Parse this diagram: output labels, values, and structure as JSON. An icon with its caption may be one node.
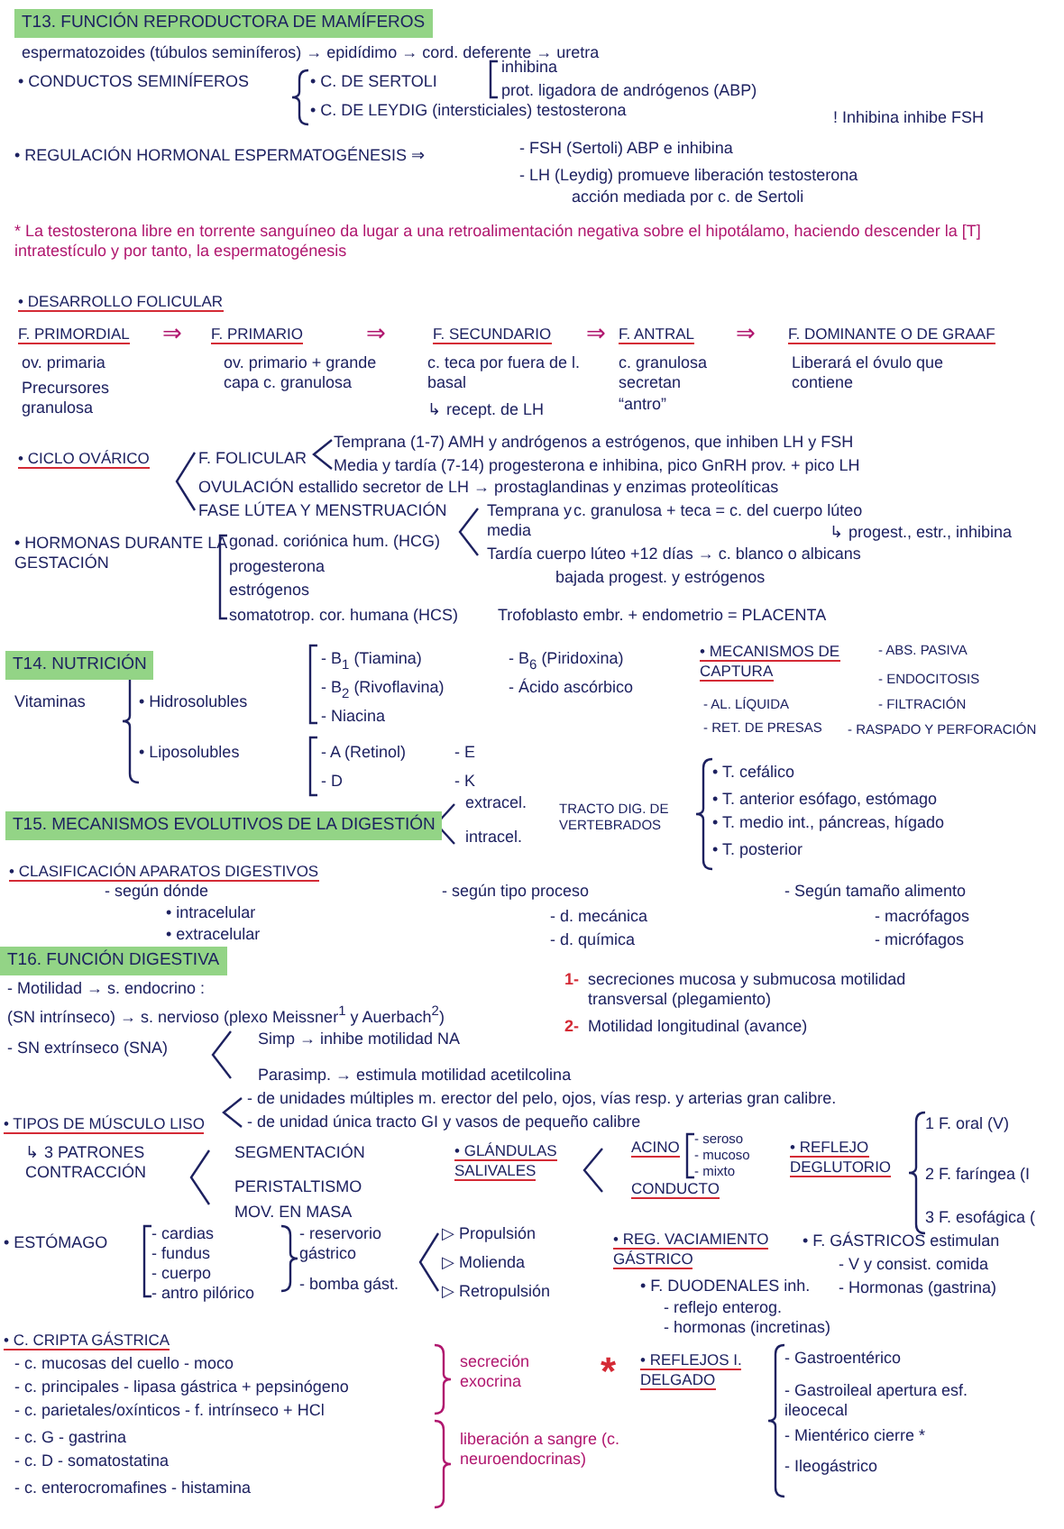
{
  "diagram": {
    "nodes": [
      {
        "text": [
          "T13. FUNCIÓN REPRODUCTORA DE MAMÍFEROS"
        ]
      },
      {
        "text": [
          "T14. NUTRICIÓN"
        ]
      },
      {
        "text": [
          "T15. MECANISMOS EVOLUTIVOS DE LA DIGESTIÓN"
        ]
      },
      {
        "text": [
          "T16. FUNCIÓN DIGESTIVA"
        ]
      }
    ],
    "labels": [
      "espermatozoides (túbulos seminíferos) → epidídimo → cord. deferente → uretra",
      "• CONDUCTOS SEMINÍFEROS",
      "• C. DE SERTOLI",
      "inhibina",
      "prot. ligadora de andrógenos (ABP)",
      "• C. DE LEYDIG (intersticiales) testosterona",
      "! Inhibina inhibe FSH",
      "• REGULACIÓN HORMONAL ESPERMATOGÉNESIS ⇒",
      "- FSH (Sertoli) ABP e inhibina",
      "- LH (Leydig) promueve liberación testosterona",
      "acción mediada por c. de Sertoli",
      "* La testosterona libre en torrente sanguíneo da lugar a una retroalimentación negativa sobre el hipotálamo, haciendo descender la [T] intratestículo y por tanto, la espermatogénesis",
      "• DESARROLLO FOLICULAR",
      "F. PRIMORDIAL",
      "⇒",
      "F. PRIMARIO",
      "⇒",
      "F. SECUNDARIO",
      "⇒",
      "F. ANTRAL",
      "⇒",
      "F. DOMINANTE O DE GRAAF",
      "ov. primaria",
      "Precursores granulosa",
      "ov. primario + grande capa c. granulosa",
      "c. teca por fuera de l. basal",
      "↳ recept. de LH",
      "c. granulosa secretan “antro”",
      "Liberará el óvulo que contiene",
      "• CICLO OVÁRICO",
      "F. FOLICULAR",
      "Temprana (1-7) AMH y andrógenos a estrógenos, que inhiben LH y FSH",
      "Media y tardía (7-14) progesterona e inhibina, pico GnRH prov. + pico LH",
      "OVULACIÓN estallido secretor de LH → prostaglandinas y enzimas proteolíticas",
      "FASE LÚTEA Y MENSTRUACIÓN",
      "Temprana y media",
      "c. granulosa + teca = c. del cuerpo lúteo",
      "↳ progest., estr., inhibina",
      "Tardía cuerpo lúteo +12 días → c. blanco o albicans",
      "bajada progest. y estrógenos",
      "• HORMONAS DURANTE LA GESTACIÓN",
      "gonad. coriónica hum. (HCG)",
      "progesterona",
      "estrógenos",
      "somatotrop. cor. humana (HCS)",
      "Trofoblasto embr. + endometrio = PLACENTA",
      "Vitaminas",
      "• Hidrosolubles",
      "- B$_{1}$ (Tiamina)",
      "- B$_{2}$ (Rivoflavina)",
      "- Niacina",
      "- B$_{6}$ (Piridoxina)",
      "- Ácido ascórbico",
      "• Liposolubles",
      "- A (Retinol)",
      "- E",
      "- D",
      "- K",
      "• MECANISMOS DE CAPTURA",
      "- AL. LÍQUIDA",
      "- RET. DE PRESAS",
      "- ABS. PASIVA",
      "- ENDOCITOSIS",
      "- FILTRACIÓN",
      "- RASPADO Y PERFORACIÓN",
      "extracel.",
      "intracel.",
      "TRACTO DIG. DE VERTEBRADOS",
      "• T. cefálico",
      "• T. anterior esófago, estómago",
      "• T. medio int., páncreas, hígado",
      "• T. posterior",
      "• CLASIFICACIÓN APARATOS DIGESTIVOS",
      "- según dónde",
      "• intracelular",
      "• extracelular",
      "- según tipo proceso",
      "- d. mecánica",
      "- d. química",
      "- Según tamaño alimento",
      "- macrófagos",
      "- micrófagos",
      "- Motilidad → s. endocrino :",
      "(SN intrínseco) → s. nervioso (plexo Meissner$^{1}$ y Auerbach$^{2}$)",
      "1-",
      "secreciones mucosa y submucosa motilidad transversal (plegamiento)",
      "2-",
      "Motilidad longitudinal (avance)",
      "- SN extrínseco (SNA)",
      "Simp → inhibe motilidad NA",
      "Parasimp. → estimula motilidad acetilcolina",
      "- de unidades múltiples m. erector del pelo, ojos, vías resp. y arterias gran calibre.",
      "• TIPOS DE MÚSCULO LISO",
      "- de unidad única tracto GI y vasos de pequeño calibre",
      "↳ 3 PATRONES CONTRACCIÓN",
      "SEGMENTACIÓN",
      "PERISTALTISMO",
      "MOV. EN MASA",
      "• GLÁNDULAS SALIVALES",
      "ACINO",
      "- seroso",
      "- mucoso",
      "- mixto",
      "CONDUCTO",
      "• REFLEJO DEGLUTORIO",
      "1 F. oral (V)",
      "2 F. faríngea (I",
      "3 F. esofágica (",
      "• ESTÓMAGO",
      "- cardias",
      "- fundus",
      "- cuerpo",
      "- antro pilórico",
      "- reservorio gástrico",
      "- bomba gást.",
      "▷ Propulsión",
      "▷ Molienda",
      "▷ Retropulsión",
      "• REG. VACIAMIENTO GÁSTRICO",
      "• F. DUODENALES inh.",
      "- reflejo enterog.",
      "- hormonas (incretinas)",
      "• F. GÁSTRICOS estimulan",
      "- V y consist. comida",
      "- Hormonas (gastrina)",
      "• C. CRIPTA GÁSTRICA",
      "- c. mucosas del cuello - moco",
      "- c. principales - lipasa gástrica + pepsinógeno",
      "- c. parietales/oxínticos - f. intrínseco + HCl",
      "secreción exocrina",
      "- c. G - gastrina",
      "- c. D - somatostatina",
      "- c. enterocromafines - histamina",
      "liberación a sangre (c. neuroendocrinas)",
      "*",
      "• REFLEJOS I. DELGADO",
      "- Gastroentérico",
      "- Gastroileal apertura esf. ileocecal",
      "- Mientérico cierre *",
      "- Ileogástrico"
    ]
  }
}
